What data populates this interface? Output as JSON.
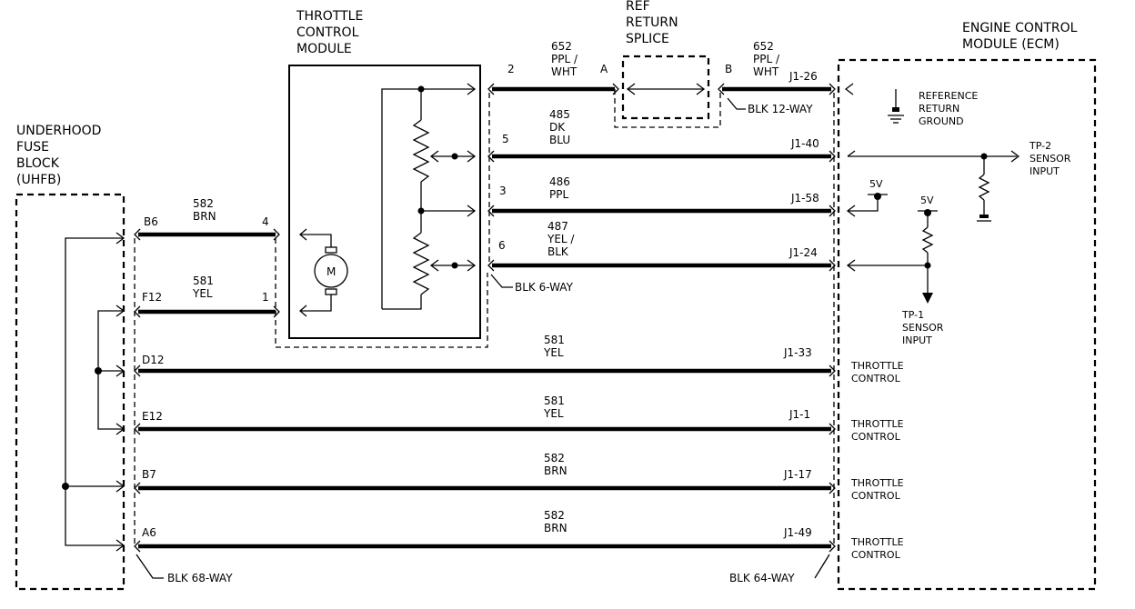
{
  "modules": {
    "tcm": [
      "THROTTLE",
      "CONTROL",
      "MODULE"
    ],
    "ref_splice": [
      "REF",
      "RETURN",
      "SPLICE"
    ],
    "ecm": [
      "ENGINE CONTROL",
      "MODULE (ECM)"
    ],
    "uhfb": [
      "UNDERHOOD",
      "FUSE",
      "BLOCK",
      "(UHFB)"
    ]
  },
  "wires": [
    {
      "circuit": "652",
      "color": [
        "PPL /",
        "WHT"
      ],
      "from": "2",
      "to_splice": "A"
    },
    {
      "circuit": "652",
      "color": [
        "PPL /",
        "WHT"
      ],
      "from_splice": "B",
      "to": "J1-26"
    },
    {
      "circuit": "485",
      "color": [
        "DK",
        "BLU"
      ],
      "from": "5",
      "to": "J1-40"
    },
    {
      "circuit": "486",
      "color": [
        "PPL"
      ],
      "from": "3",
      "to": "J1-58"
    },
    {
      "circuit": "487",
      "color": [
        "YEL /",
        "BLK"
      ],
      "from": "6",
      "to": "J1-24"
    },
    {
      "circuit": "582",
      "color": [
        "BRN"
      ],
      "from": "B6",
      "to": "4"
    },
    {
      "circuit": "581",
      "color": [
        "YEL"
      ],
      "from": "F12",
      "to": "1"
    },
    {
      "circuit": "581",
      "color": [
        "YEL"
      ],
      "from": "D12",
      "to": "J1-33"
    },
    {
      "circuit": "581",
      "color": [
        "YEL"
      ],
      "from": "E12",
      "to": "J1-1"
    },
    {
      "circuit": "582",
      "color": [
        "BRN"
      ],
      "from": "B7",
      "to": "J1-17"
    },
    {
      "circuit": "582",
      "color": [
        "BRN"
      ],
      "from": "A6",
      "to": "J1-49"
    }
  ],
  "connectors": {
    "blk12": "BLK 12-WAY",
    "blk6": "BLK 6-WAY",
    "blk68": "BLK 68-WAY",
    "blk64": "BLK 64-WAY"
  },
  "ecm_labels": {
    "ref_ground": [
      "REFERENCE",
      "RETURN",
      "GROUND"
    ],
    "tp2": [
      "TP-2",
      "SENSOR",
      "INPUT"
    ],
    "tp1": [
      "TP-1",
      "SENSOR",
      "INPUT"
    ],
    "v5a": "5V",
    "v5b": "5V",
    "throttle": [
      "THROTTLE",
      "CONTROL"
    ]
  },
  "motor": "M"
}
